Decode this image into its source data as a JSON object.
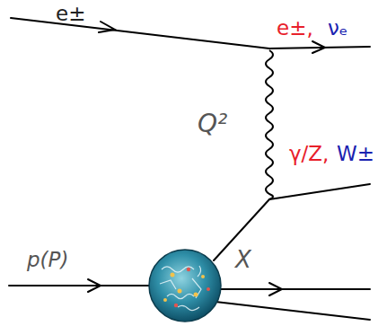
{
  "diagram": {
    "labels": [
      "e±",
      "e±,",
      "νₑ",
      "Q²",
      "γ/Z,",
      "W±",
      "p(P)",
      "X"
    ]
  }
}
